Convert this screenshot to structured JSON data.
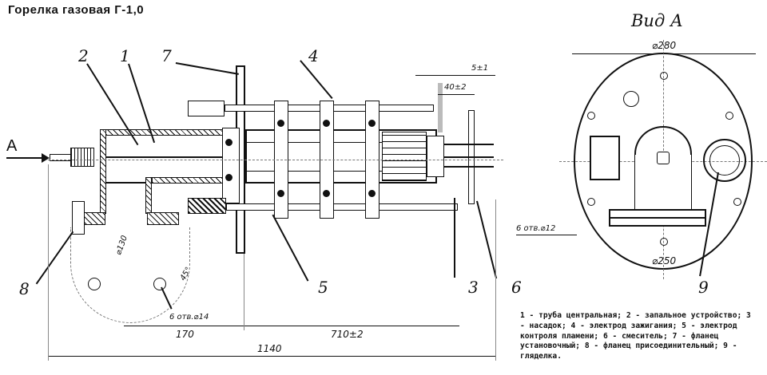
{
  "title": "Горелка газовая Г-1,0",
  "view_title": "Вид А",
  "arrow_label": "А",
  "callouts": [
    "2",
    "1",
    "7",
    "4",
    "8",
    "5",
    "3",
    "6",
    "9"
  ],
  "dimensions": {
    "d280": "⌀280",
    "d250": "⌀250",
    "s5": "5±1",
    "s40": "40±2",
    "d130": "⌀130",
    "a45": "45°",
    "holes14": "6 отв.⌀14",
    "holes12": "6 отв.⌀12",
    "l170": "170",
    "l710": "710±2",
    "l1140": "1140"
  },
  "legend": "1 - труба центральная; 2 - запальное устройство; 3 - насадок; 4 - электрод зажигания; 5 - электрод контроля пламени; 6 - смеситель; 7 - фланец установочный; 8 - фланец присоединительный; 9 - гляделка."
}
